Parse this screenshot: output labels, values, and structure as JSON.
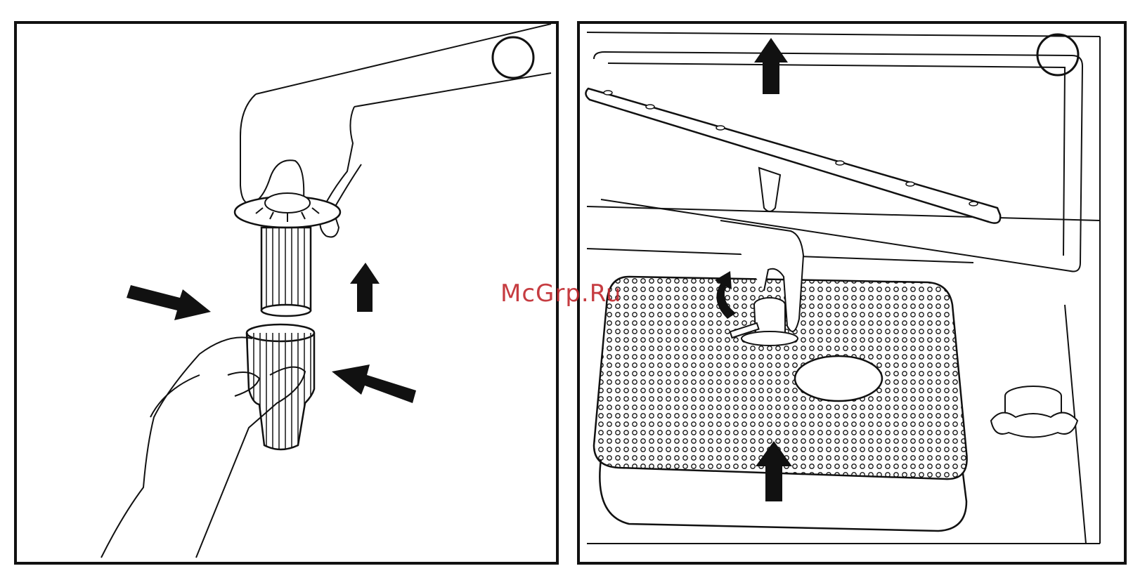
{
  "watermark": {
    "text": "McGrp.Ru",
    "color": "#c0282d"
  },
  "panels": [
    {
      "name": "left-panel",
      "step_marker": ""
    },
    {
      "name": "right-panel",
      "step_marker": ""
    }
  ],
  "colors": {
    "line": "#111111",
    "background": "#ffffff"
  }
}
